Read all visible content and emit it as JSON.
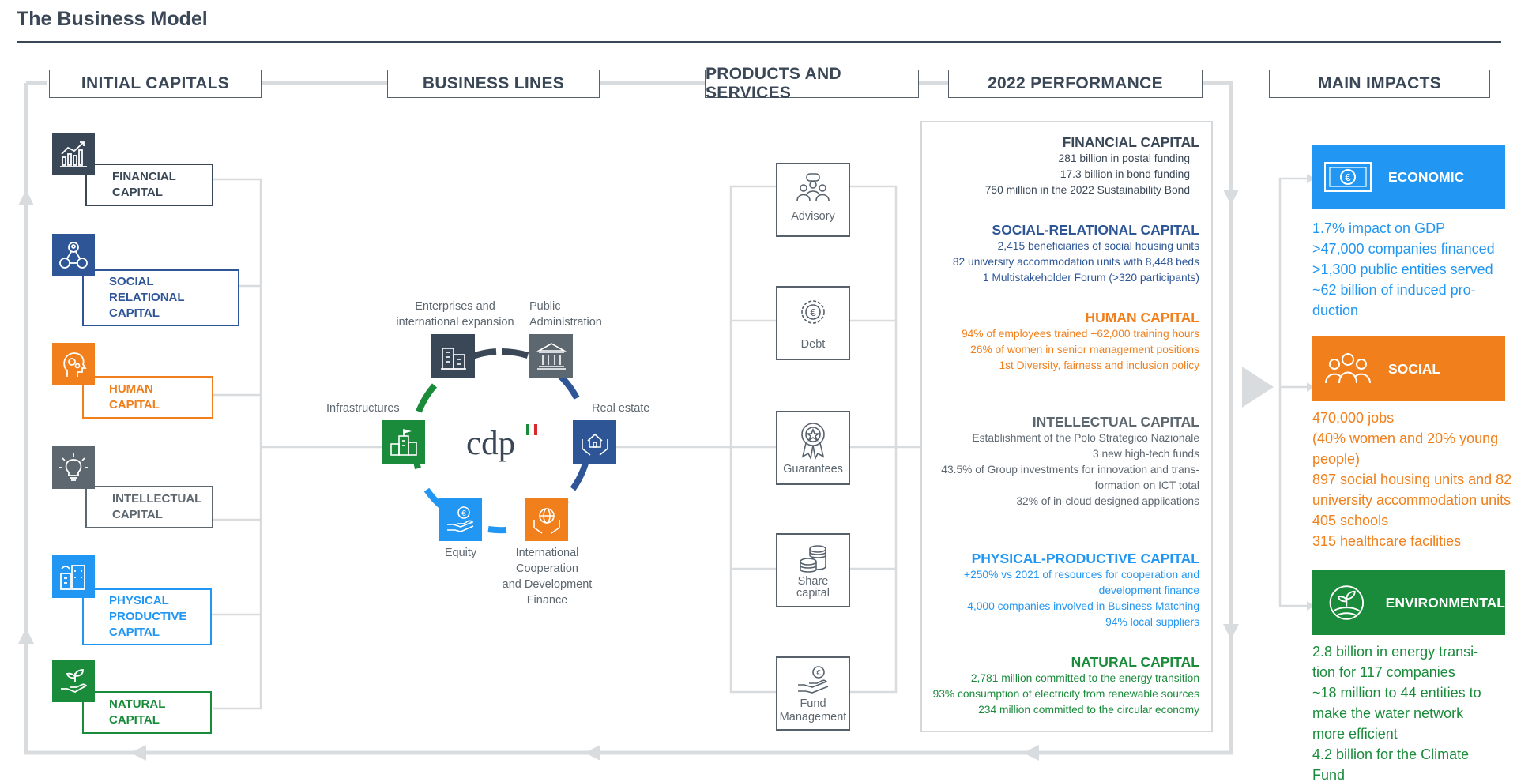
{
  "title": "The Business Model",
  "headers": {
    "initial_capitals": "INITIAL CAPITALS",
    "business_lines": "BUSINESS LINES",
    "products_services": "PRODUCTS AND SERVICES",
    "performance": "2022 PERFORMANCE",
    "main_impacts": "MAIN IMPACTS"
  },
  "capitals": [
    {
      "label": "FINANCIAL\nCAPITAL",
      "color": "#3a4756",
      "icon": "chart-icon"
    },
    {
      "label": "SOCIAL\nRELATIONAL\nCAPITAL",
      "color": "#2e5697",
      "icon": "network-icon"
    },
    {
      "label": "HUMAN\nCAPITAL",
      "color": "#f07f1c",
      "icon": "head-gears-icon"
    },
    {
      "label": "INTELLECTUAL\nCAPITAL",
      "color": "#5d6770",
      "icon": "lightbulb-icon"
    },
    {
      "label": "PHYSICAL\nPRODUCTIVE\nCAPITAL",
      "color": "#2196f3",
      "icon": "buildings-icon"
    },
    {
      "label": "NATURAL\nCAPITAL",
      "color": "#1a8b3b",
      "icon": "plant-hand-icon"
    }
  ],
  "business_lines": {
    "center_logo": "cdp",
    "items": [
      {
        "label": "Enterprises and\ninternational expansion",
        "color": "#3a4756",
        "icon": "enterprise-icon"
      },
      {
        "label": "Public\nAdministration",
        "color": "#5d6770",
        "icon": "institution-icon"
      },
      {
        "label": "Real estate",
        "color": "#2e5697",
        "icon": "house-hands-icon"
      },
      {
        "label": "International\nCooperation\nand Development\nFinance",
        "color": "#f07f1c",
        "icon": "globe-hands-icon"
      },
      {
        "label": "Equity",
        "color": "#2196f3",
        "icon": "euro-hand-icon"
      },
      {
        "label": "Infrastructures",
        "color": "#1a8b3b",
        "icon": "city-icon"
      }
    ]
  },
  "products": [
    {
      "label": "Advisory",
      "icon": "advisory-icon"
    },
    {
      "label": "Debt",
      "icon": "euro-gear-icon"
    },
    {
      "label": "Guarantees",
      "icon": "badge-icon"
    },
    {
      "label": "Share\ncapital",
      "icon": "coins-icon"
    },
    {
      "label": "Fund\nManagement",
      "icon": "euro-hand-icon"
    }
  ],
  "performance": [
    {
      "heading": "FINANCIAL CAPITAL",
      "color": "#3a4756",
      "lines": [
        "281 billion in postal funding",
        "17.3 billion in bond funding",
        "750 million in the 2022 Sustainability Bond"
      ]
    },
    {
      "heading": "SOCIAL-RELATIONAL CAPITAL",
      "color": "#2e5697",
      "lines": [
        "2,415 beneficiaries of social housing units",
        "82 university accommodation units with 8,448 beds",
        "1 Multistakeholder Forum (>320 participants)"
      ]
    },
    {
      "heading": "HUMAN CAPITAL",
      "color": "#f07f1c",
      "lines": [
        "94% of employees trained +62,000 training hours",
        "26% of women in senior management positions",
        "1st Diversity, fairness and inclusion policy"
      ]
    },
    {
      "heading": "INTELLECTUAL CAPITAL",
      "color": "#5d6770",
      "lines": [
        "Establishment of the Polo Strategico Nazionale",
        "3 new high-tech funds",
        "43.5% of Group investments for innovation and trans-",
        "formation on ICT total",
        "32% of in-cloud designed applications"
      ]
    },
    {
      "heading": "PHYSICAL-PRODUCTIVE CAPITAL",
      "color": "#2196f3",
      "lines": [
        "+250% vs 2021 of resources for cooperation and",
        "development finance",
        "4,000 companies involved in Business Matching",
        "94% local suppliers"
      ]
    },
    {
      "heading": "NATURAL CAPITAL",
      "color": "#1a8b3b",
      "lines": [
        "2,781 million committed to the energy transition",
        "93% consumption of electricity from renewable sources",
        "234 million committed to the circular economy"
      ]
    }
  ],
  "impacts": [
    {
      "title": "ECONOMIC",
      "color": "#2196f3",
      "icon": "banknote-icon",
      "lines": [
        "1.7% impact on GDP",
        ">47,000 companies financed",
        ">1,300 public entities served",
        "~62 billion of induced pro-",
        "duction"
      ]
    },
    {
      "title": "SOCIAL",
      "color": "#f07f1c",
      "icon": "people-icon",
      "lines": [
        "470,000 jobs",
        "(40% women and 20% young",
        "people)",
        "897 social housing units and 82",
        "university accommodation units",
        "405 schools",
        "315 healthcare facilities"
      ]
    },
    {
      "title": "ENVIRONMENTAL",
      "color": "#1a8b3b",
      "icon": "leaf-globe-icon",
      "lines": [
        "2.8 billion in energy transi-",
        "tion for 117 companies",
        "~18 million to 44 entities to",
        "make the water network",
        "more efficient",
        "4.2 billion for the Climate",
        "Fund"
      ]
    }
  ],
  "colors": {
    "frame": "#d9dcdf",
    "dark": "#3a4756",
    "grey": "#5d6770",
    "blue": "#2e5697",
    "orange": "#f07f1c",
    "light_blue": "#2196f3",
    "green": "#1a8b3b"
  }
}
